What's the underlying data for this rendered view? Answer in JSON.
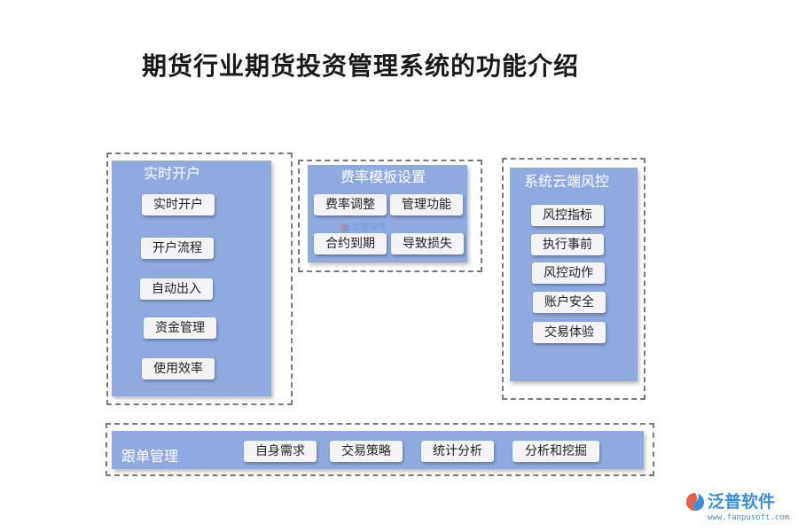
{
  "title": "期货行业期货投资管理系统的功能介绍",
  "colors": {
    "panel": "#8eaadf",
    "item_bg": "#f4f4f6",
    "dashed_border": "#7a7a7a",
    "logo": "#3c8fd6"
  },
  "sections": {
    "account": {
      "title": "实时开户",
      "items": [
        "实时开户",
        "开户流程",
        "自动出入",
        "资金管理",
        "使用效率"
      ]
    },
    "fee": {
      "title": "费率模板设置",
      "items": [
        "费率调整",
        "管理功能",
        "合约到期",
        "导致损失"
      ]
    },
    "risk": {
      "title": "系统云端风控",
      "items": [
        "风控指标",
        "执行事前",
        "风控动作",
        "账户安全",
        "交易体验"
      ]
    },
    "follow": {
      "title": "跟单管理",
      "items": [
        "自身需求",
        "交易策略",
        "统计分析",
        "分析和挖掘"
      ]
    }
  },
  "logo": {
    "icon": "fanpu-logo-icon",
    "text": "泛普软件",
    "url": "www.fanpusoft.com"
  },
  "watermark": {
    "icon": "fanpu-logo-icon",
    "text": "泛普软件"
  }
}
